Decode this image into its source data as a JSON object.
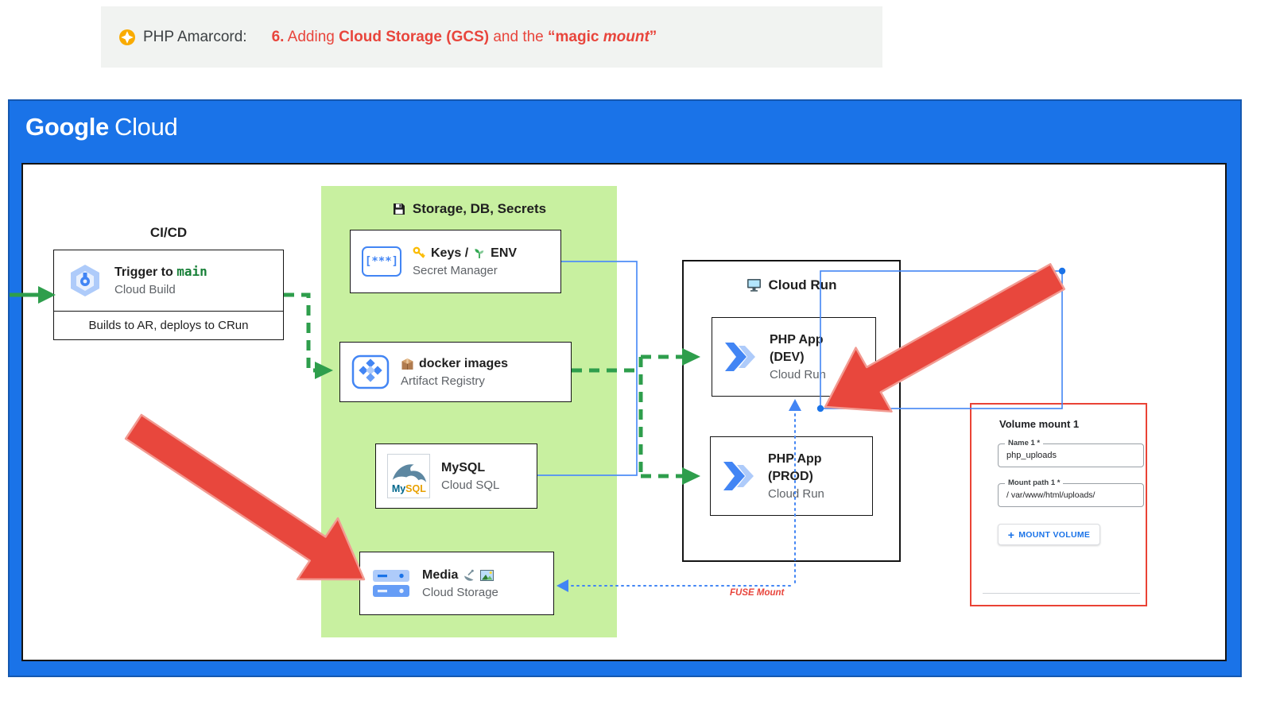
{
  "banner": {
    "app": "PHP Amarcord:",
    "heading": {
      "num": "6.",
      "t1": " Adding ",
      "b1": "Cloud Storage (GCS)",
      "t2": " and the ",
      "b2": "“magic ",
      "i1": "mount",
      "b3": "”"
    }
  },
  "logo": {
    "google": "Google",
    "cloud": "Cloud"
  },
  "cicd": {
    "title": "CI/CD",
    "trigger_prefix": "Trigger to ",
    "trigger_branch": "main",
    "service": "Cloud Build",
    "note": "Builds to AR, deploys to CRun"
  },
  "storage_panel": {
    "title": "Storage, DB, Secrets",
    "secret": {
      "icon_text": "[***]",
      "keys": "Keys /",
      "env": "ENV",
      "service": "Secret Manager"
    },
    "artifact": {
      "label": "docker images",
      "service": "Artifact Registry"
    },
    "mysql": {
      "logo_my": "My",
      "logo_sql": "SQL",
      "label": "MySQL",
      "service": "Cloud SQL"
    },
    "media": {
      "label": "Media",
      "service": "Cloud Storage"
    }
  },
  "cloudrun": {
    "title": "Cloud Run",
    "dev": {
      "app": "PHP App",
      "env": "(DEV)",
      "service": "Cloud Run"
    },
    "prod": {
      "app": "PHP App",
      "env": "(PROD)",
      "service": "Cloud Run"
    }
  },
  "volume_panel": {
    "title": "Volume mount 1",
    "name_label": "Name 1 *",
    "name_value": "php_uploads",
    "path_label": "Mount path 1 *",
    "path_value": "/ var/www/html/uploads/",
    "plus": "+",
    "mount_button": "MOUNT VOLUME"
  },
  "annotations": {
    "fuse": "FUSE Mount"
  },
  "icons": {
    "banner": "sparkle-badge",
    "storage_title": "floppy-disk",
    "secret_row": [
      "key",
      "seedling"
    ],
    "artifact_row": "package",
    "cloudrun_title": "monitor",
    "media_row": [
      "satellite-dish",
      "image"
    ]
  },
  "colors": {
    "google_blue": "#1a73e8",
    "panel_green": "#c8f0a0",
    "arrow_green": "#2e9e4c",
    "alert_red": "#e8453c",
    "link_blue": "#4285f4"
  }
}
